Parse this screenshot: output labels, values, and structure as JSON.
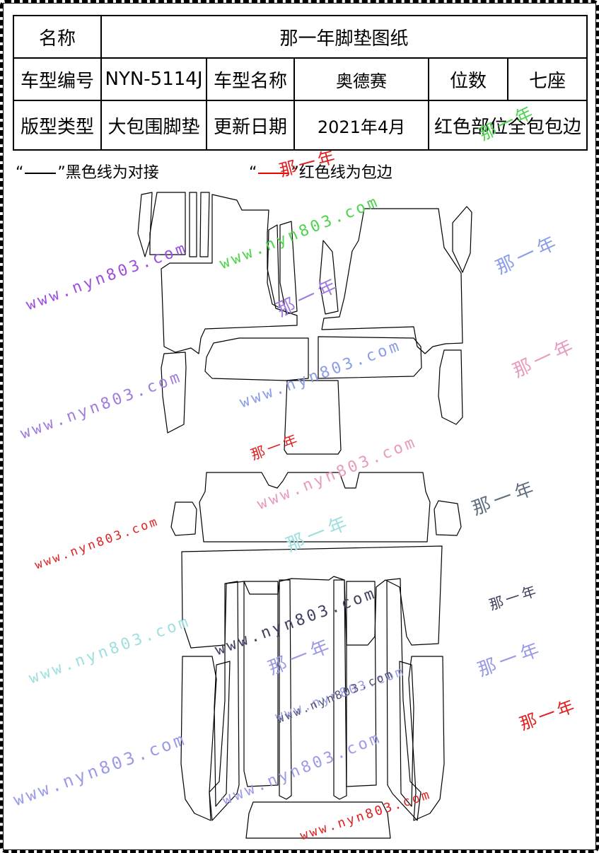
{
  "table": {
    "row1": {
      "label": "名称",
      "value": "那一年脚垫图纸"
    },
    "row2": {
      "model_no_label": "车型编号",
      "model_no": "NYN-5114J",
      "model_name_label": "车型名称",
      "model_name": "奥德赛",
      "seats_label": "位数",
      "seats": "七座"
    },
    "row3": {
      "type_label": "版型类型",
      "type": "大包围脚垫",
      "date_label": "更新日期",
      "date": "2021年4月",
      "note": "红色部位全包包边"
    }
  },
  "legend": {
    "black_open": "“",
    "black_close": "”黑色线为对接",
    "red_open": "“",
    "red_close": "”红色线为包边"
  },
  "colors": {
    "outline": "#000000",
    "edge_binding": "#e00000"
  },
  "watermarks": [
    {
      "text": "www.nyn803.com",
      "color": "#9b4fe0"
    },
    {
      "text": "www.nyn803.com",
      "color": "#4cd44c"
    },
    {
      "text": "www.nyn803.com",
      "color": "#a07be0"
    },
    {
      "text": "www.nyn803.com",
      "color": "#8a9de8"
    },
    {
      "text": "www.nyn803.com",
      "color": "#e89ac0"
    },
    {
      "text": "www.nyn803.com",
      "color": "#e02020"
    },
    {
      "text": "www.nyn803.com",
      "color": "#9ee0e0"
    },
    {
      "text": "www.nyn803.com",
      "color": "#404060"
    },
    {
      "text": "www.nyn803.com",
      "color": "#9a9ae8"
    },
    {
      "text": "www.nyn803.com",
      "color": "#9a9ae8"
    },
    {
      "text": "www.nyn803.com",
      "color": "#9a9ae8"
    },
    {
      "text": "www.nyn803.com",
      "color": "#505070"
    },
    {
      "text": "www.nyn803.com",
      "color": "#e02020"
    },
    {
      "text": "那一年",
      "color": "#4cd44c"
    },
    {
      "text": "那一年",
      "color": "#8a9de8"
    },
    {
      "text": "那一年",
      "color": "#a07be0"
    },
    {
      "text": "那一年",
      "color": "#e89ac0"
    },
    {
      "text": "那一年",
      "color": "#e02020"
    },
    {
      "text": "那一年",
      "color": "#607080"
    },
    {
      "text": "那一年",
      "color": "#9ee0e0"
    },
    {
      "text": "那一年",
      "color": "#404060"
    },
    {
      "text": "那一年",
      "color": "#9a9ae8"
    },
    {
      "text": "那一年",
      "color": "#9a9ae8"
    },
    {
      "text": "那一年",
      "color": "#e02020"
    },
    {
      "text": "那一年",
      "color": "#e02020"
    }
  ]
}
